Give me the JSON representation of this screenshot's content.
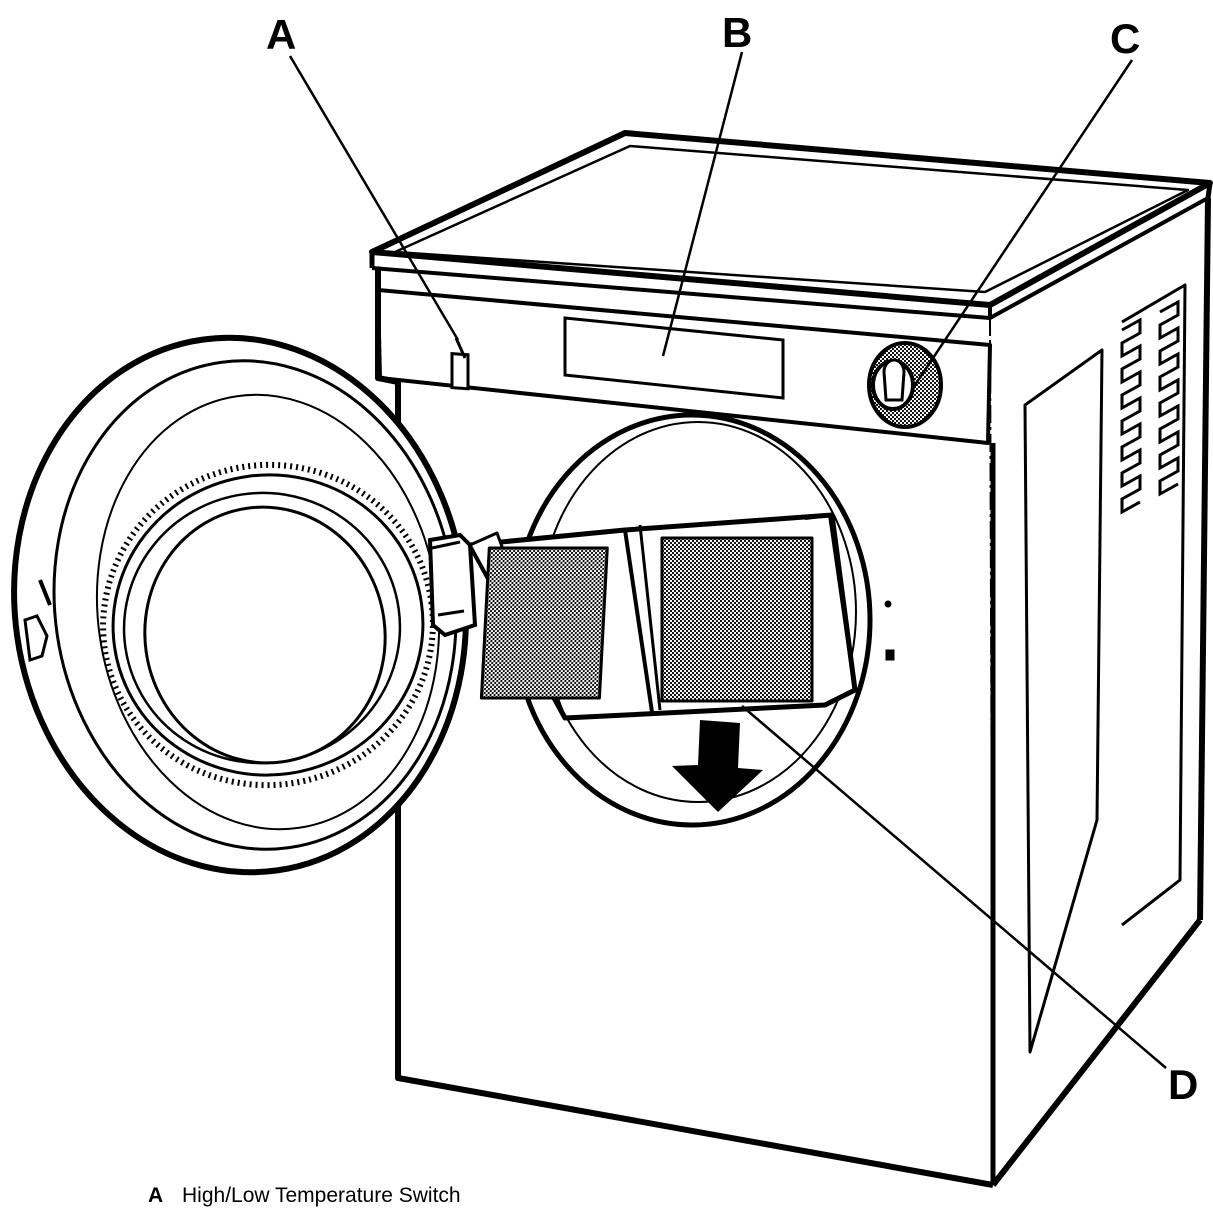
{
  "callouts": {
    "a": "A",
    "b": "B",
    "c": "C",
    "d": "D"
  },
  "legend": [
    {
      "key": "A",
      "text": "High/Low Temperature Switch"
    }
  ]
}
